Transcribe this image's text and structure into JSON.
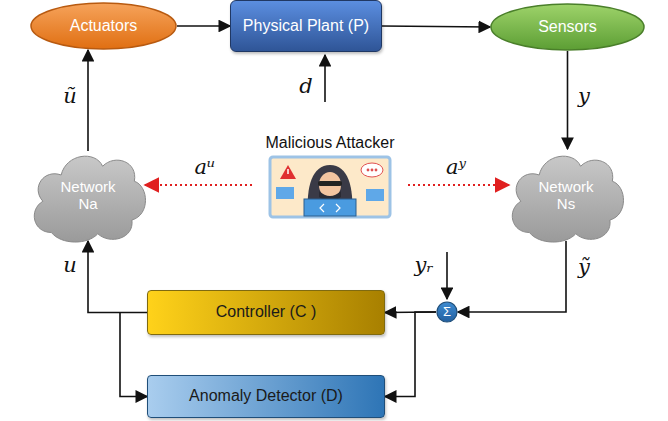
{
  "diagram": {
    "nodes": [
      {
        "text": [
          "Actuators"
        ]
      },
      {
        "text": [
          "Physical Plant (P)"
        ]
      },
      {
        "text": [
          "Sensors"
        ]
      },
      {
        "text": [
          "Network Na"
        ]
      },
      {
        "text": [
          "Malicious Attacker"
        ]
      },
      {
        "text": [
          "Network Ns"
        ]
      },
      {
        "text": [
          "Σ"
        ]
      },
      {
        "text": [
          "Controller (C )"
        ]
      },
      {
        "text": [
          "Anomaly Detector (D)"
        ]
      }
    ],
    "edges": [
      {
        "from": 0,
        "to": 1,
        "arrow": "to"
      },
      {
        "from": 1,
        "to": 2,
        "arrow": "to"
      },
      {
        "from": 2,
        "to": 5,
        "label": "y",
        "arrow": "to"
      },
      {
        "from": 5,
        "to": 6,
        "label": "ỹ",
        "arrow": "to"
      },
      {
        "from": 6,
        "to": 7,
        "arrow": "to"
      },
      {
        "from": 6,
        "to": 8,
        "arrow": "to"
      },
      {
        "from": 7,
        "to": 3,
        "label": "u",
        "arrow": "to"
      },
      {
        "from": 7,
        "to": 8,
        "arrow": "to"
      },
      {
        "from": 3,
        "to": 0,
        "label": "ũ",
        "arrow": "to"
      },
      {
        "from": 4,
        "to": 3,
        "label": "aᵘ",
        "arrow": "to"
      },
      {
        "from": 4,
        "to": 5,
        "label": "aʸ",
        "arrow": "to"
      }
    ],
    "labels": [
      "d",
      "yᵣ"
    ]
  }
}
